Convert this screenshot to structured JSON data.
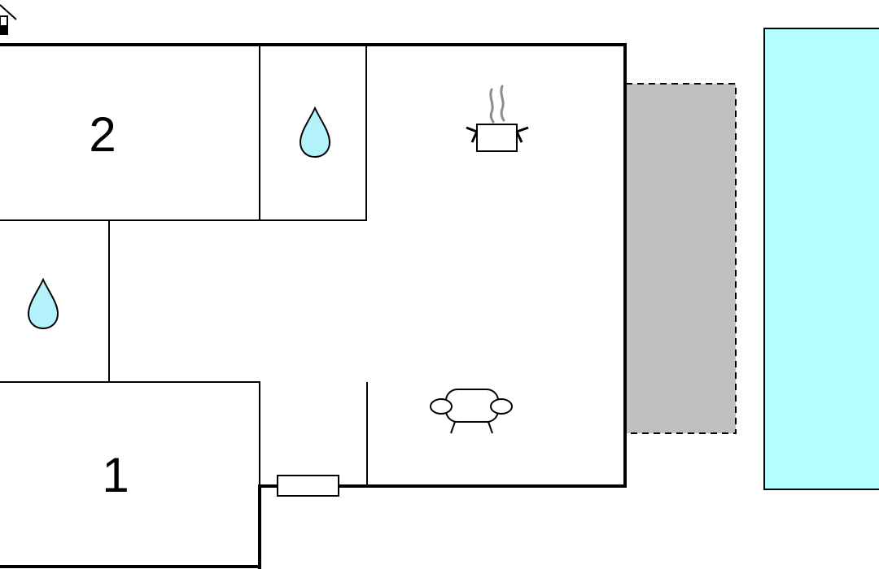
{
  "floor_plan": {
    "rooms": [
      {
        "id": "bedroom-1",
        "label": "1"
      },
      {
        "id": "bedroom-2",
        "label": "2"
      }
    ],
    "icons": [
      "house-icon",
      "water-drop-icon",
      "water-drop-icon",
      "cooking-pot-icon",
      "sofa-icon",
      "door-icon"
    ],
    "colors": {
      "walls": "#000000",
      "background": "#ffffff",
      "pool": "#b3ffff",
      "terrace": "#c0c0c0",
      "water_drop": "#b3f2fa",
      "steam": "#8c8c8c"
    }
  }
}
